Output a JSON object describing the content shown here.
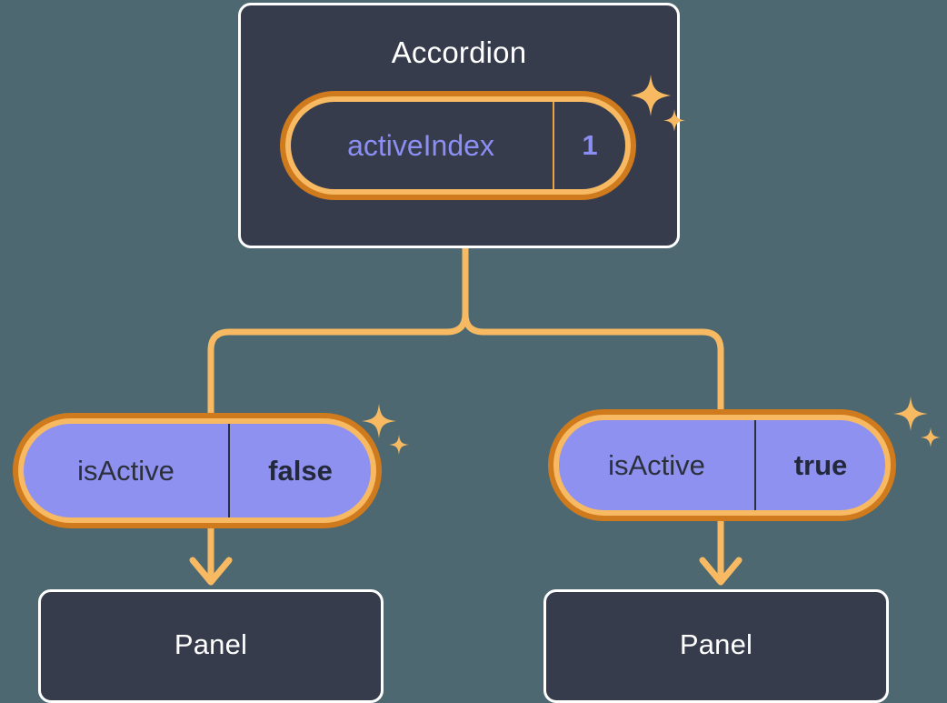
{
  "diagram": {
    "background_color": "#4d6870",
    "accent_color": "#f7ba62",
    "ring_color": "#ce7a1d",
    "card_color": "#373c4c",
    "state_color": "#8e91f0",
    "token_color": "#8b8ef2"
  },
  "root": {
    "title": "Accordion",
    "state": {
      "key": "activeIndex",
      "value": "1"
    }
  },
  "branches": [
    {
      "state": {
        "key": "isActive",
        "value": "false"
      },
      "child": {
        "title": "Panel"
      }
    },
    {
      "state": {
        "key": "isActive",
        "value": "true"
      },
      "child": {
        "title": "Panel"
      }
    }
  ],
  "icons": {
    "sparkle": "sparkle-icon"
  }
}
